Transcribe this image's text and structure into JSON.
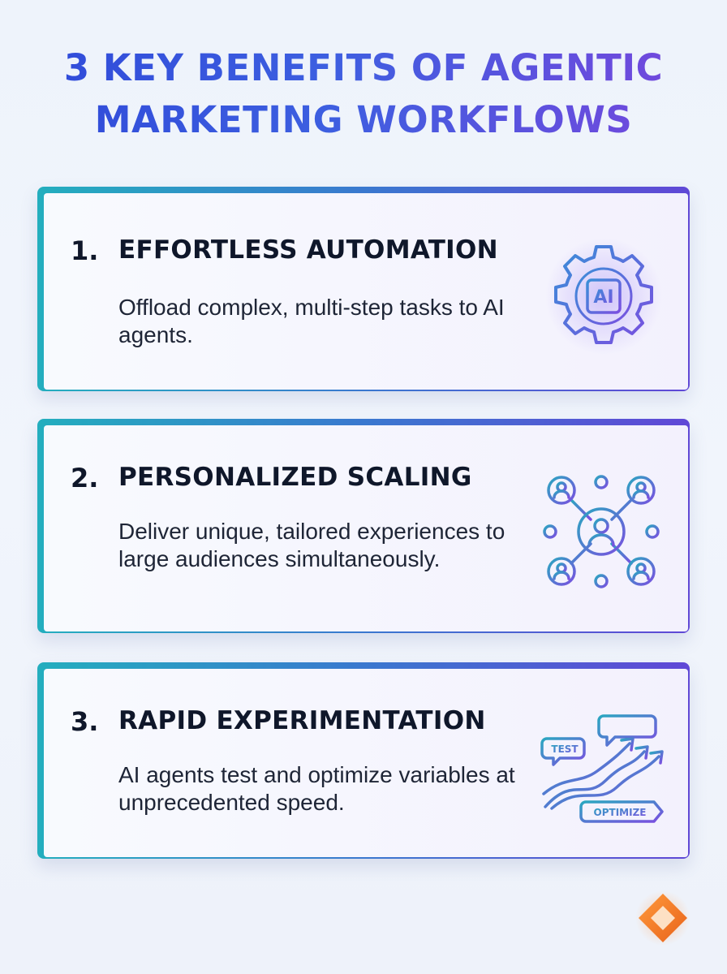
{
  "title": {
    "line1": "3 KEY BENEFITS OF AGENTIC",
    "line2": "MARKETING WORKFLOWS"
  },
  "benefits": [
    {
      "number": "1.",
      "heading": "EFFORTLESS AUTOMATION",
      "description": "Offload complex, multi-step tasks to AI agents.",
      "icon": "ai-gear-icon",
      "icon_label": "AI"
    },
    {
      "number": "2.",
      "heading": "PERSONALIZED SCALING",
      "description": "Deliver unique, tailored experiences to large audiences simultaneously.",
      "icon": "user-network-icon"
    },
    {
      "number": "3.",
      "heading": "RAPID EXPERIMENTATION",
      "description": "AI agents test and optimize variables at unprecedented speed.",
      "icon": "growth-arrows-icon",
      "icon_tag_test": "TEST",
      "icon_tag_optimize": "OPTIMIZE"
    }
  ],
  "colors": {
    "title_start": "#2e48d8",
    "title_end": "#7a45dc",
    "border_start": "#24aebe",
    "border_end": "#6048d6",
    "logo": "#f07a1e"
  }
}
